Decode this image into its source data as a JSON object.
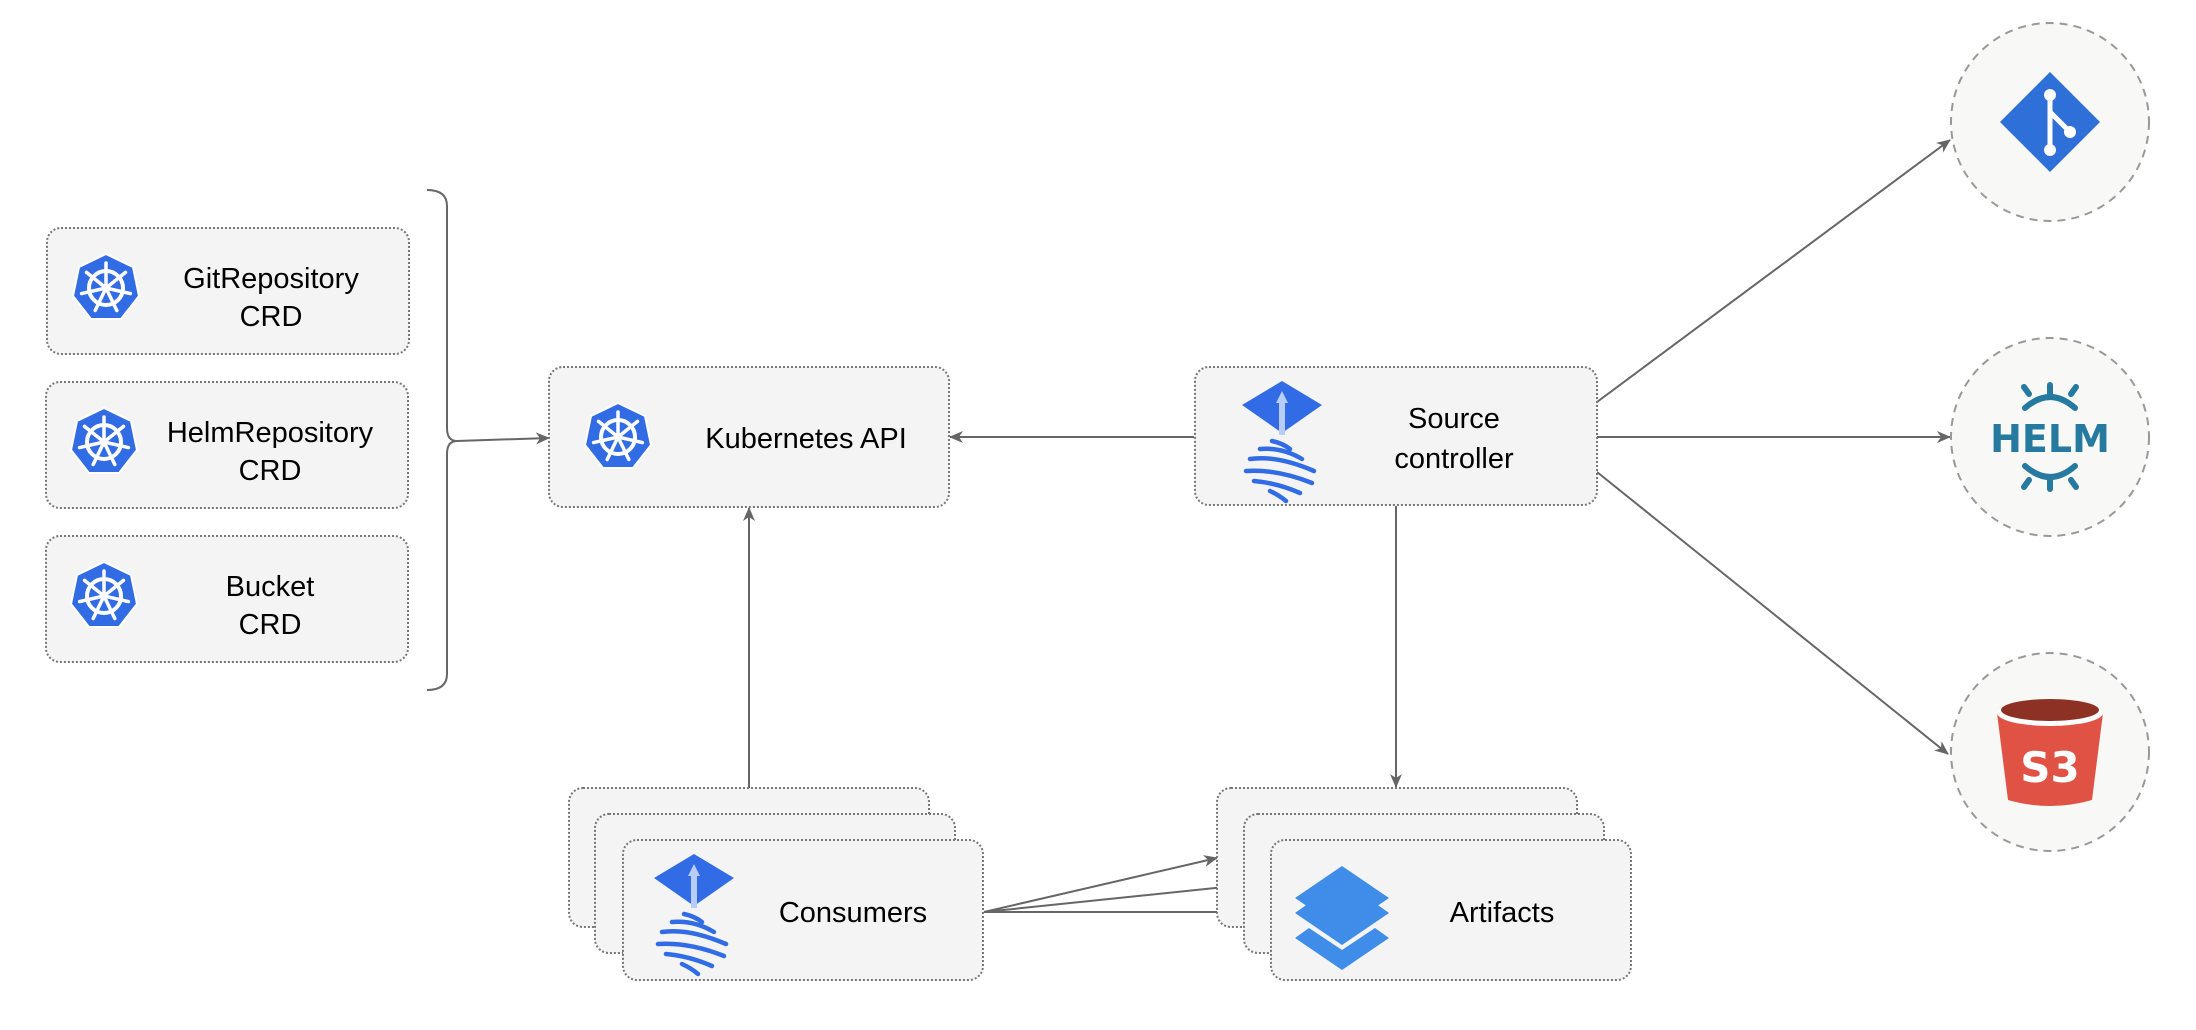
{
  "colors": {
    "kubernetes_blue": "#326ce5",
    "flux_blue": "#316ce6",
    "artifacts_blue": "#3f8de8",
    "git_blue": "#2f6fd8",
    "helm_teal": "#277a9f",
    "s3_red": "#e05243",
    "s3_dark": "#8c3123",
    "edge_gray": "#666666",
    "box_fill": "#f4f4f4"
  },
  "crds": [
    {
      "line1": "GitRepository",
      "line2": "CRD",
      "icon": "kubernetes-icon"
    },
    {
      "line1": "HelmRepository",
      "line2": "CRD",
      "icon": "kubernetes-icon"
    },
    {
      "line1": "Bucket",
      "line2": "CRD",
      "icon": "kubernetes-icon"
    }
  ],
  "kubernetes_api": {
    "label": "Kubernetes API",
    "icon": "kubernetes-icon"
  },
  "source_controller": {
    "line1": "Source",
    "line2": "controller",
    "icon": "flux-icon"
  },
  "consumers": {
    "label": "Consumers",
    "icon": "flux-icon"
  },
  "artifacts": {
    "label": "Artifacts",
    "icon": "layers-icon"
  },
  "sources": [
    {
      "name": "git",
      "icon": "git-icon"
    },
    {
      "name": "helm",
      "icon": "helm-icon",
      "logo_text": "HELM"
    },
    {
      "name": "s3",
      "icon": "s3-bucket-icon",
      "logo_text": "S3"
    }
  ]
}
